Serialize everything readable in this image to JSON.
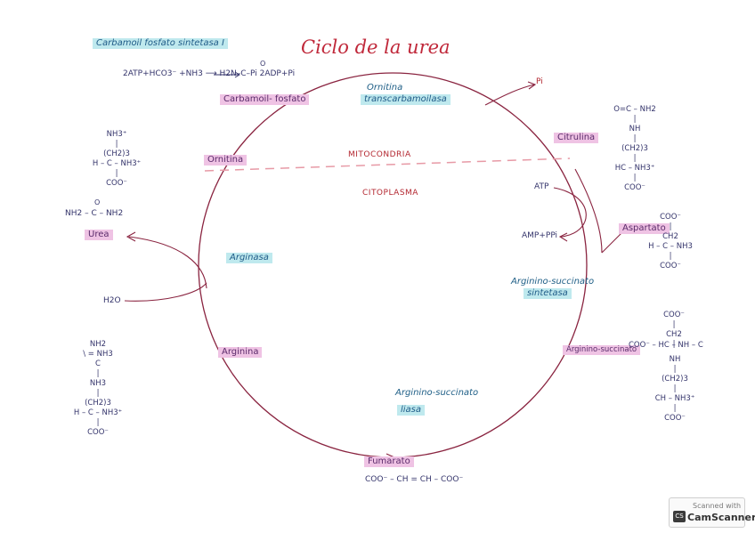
{
  "title": "Ciclo de la urea",
  "header_enzyme": "Carbamoil fosfato sintetasa I",
  "header_reaction": "2ATP+HCO3⁻ +NH3 ⟶ H2N–C–Pi  2ADP+Pi",
  "header_reaction_carbonyl": "O",
  "compartments": {
    "mitochondria": "MITOCONDRIA",
    "cytoplasm": "CITOPLASMA"
  },
  "metabolites": {
    "carbamoyl": "Carbamoil- fosfato",
    "citrulline": "Citrulina",
    "ornithine": "Ornitina",
    "aspartate": "Aspartato",
    "argsucc": "Arginino-succinato",
    "arginine": "Arginina",
    "fumarate": "Fumarato",
    "urea": "Urea"
  },
  "enzymes": {
    "otc_line1": "Ornitina",
    "otc_line2": "transcarbamoilasa",
    "arginase": "Arginasa",
    "ass_line1": "Arginino-succinato",
    "ass_line2": "sintetasa",
    "asl_line1": "Arginino-succinato",
    "asl_line2": "liasa"
  },
  "cofactors": {
    "pi": "Pi",
    "atp": "ATP",
    "amp": "AMP+PPi",
    "h2o": "H2O"
  },
  "structures": {
    "ornithine": "NH3⁺\n|\n(CH2)3\nH – C – NH3⁺\n|\nCOO⁻",
    "urea_carbonyl": "O",
    "urea": "NH2 – C – NH2",
    "arginine": "NH2\n\\ = NH3\nC\n|\nNH3\n|\n(CH2)3\nH – C – NH3⁺\n|\nCOO⁻",
    "citrulline": "O=C – NH2\n|\nNH\n|\n(CH2)3\n|\nHC – NH3⁺\n|\nCOO⁻",
    "aspartate": "COO⁻\n|\nCH2\nH – C – NH3\n|\nCOO⁻",
    "argsucc_top": "COO⁻\n|\nCH2\n|",
    "argsucc_main": "COO⁻ – HC – NH – C",
    "argsucc_bottom": "NH\n|\n(CH2)3\n|\nCH – NH3⁺\n|\nCOO⁻",
    "fumarate": "COO⁻ – CH = CH – COO⁻"
  },
  "scanner": {
    "line1": "Scanned with",
    "line2": "CamScanner",
    "logo": "CS"
  },
  "colors": {
    "highlight_cyan": "#bfe9ee",
    "highlight_pink": "#efc3e4",
    "cycle_line": "#8a2440",
    "title_red": "#c0283a",
    "compartment_line": "#e79aa6"
  }
}
